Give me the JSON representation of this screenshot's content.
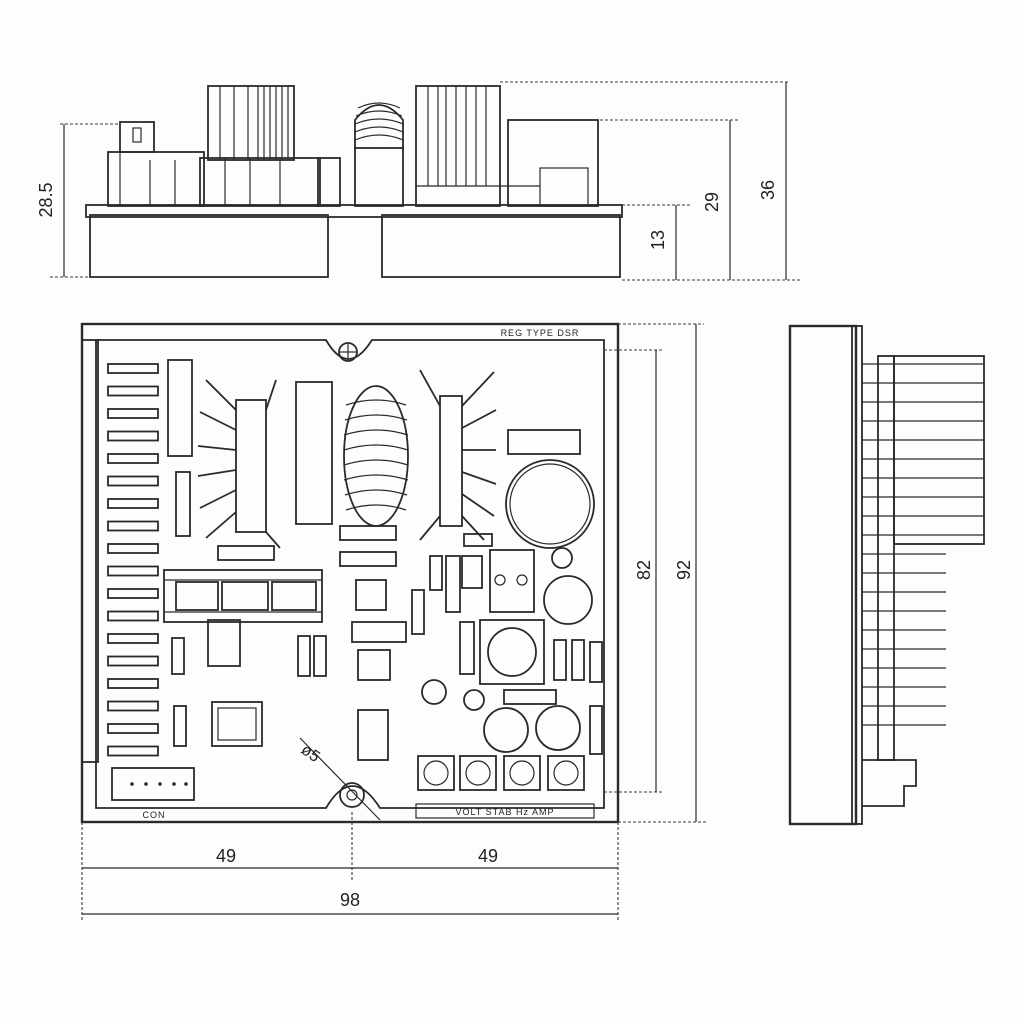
{
  "drawing": {
    "side_view": {
      "dim_board_height": "28.5",
      "dim_base_height": "13",
      "dim_component_height": "29",
      "dim_total_height": "36"
    },
    "top_view": {
      "board_label": "REG TYPE DSR",
      "hole_label": "ø5",
      "dim_inner_height": "82",
      "dim_outer_height": "92",
      "dim_left_half": "49",
      "dim_right_half": "49",
      "dim_total_width": "98",
      "bottom_strip_label": "VOLT STAB Hz AMP",
      "connector_label": "CON"
    }
  }
}
